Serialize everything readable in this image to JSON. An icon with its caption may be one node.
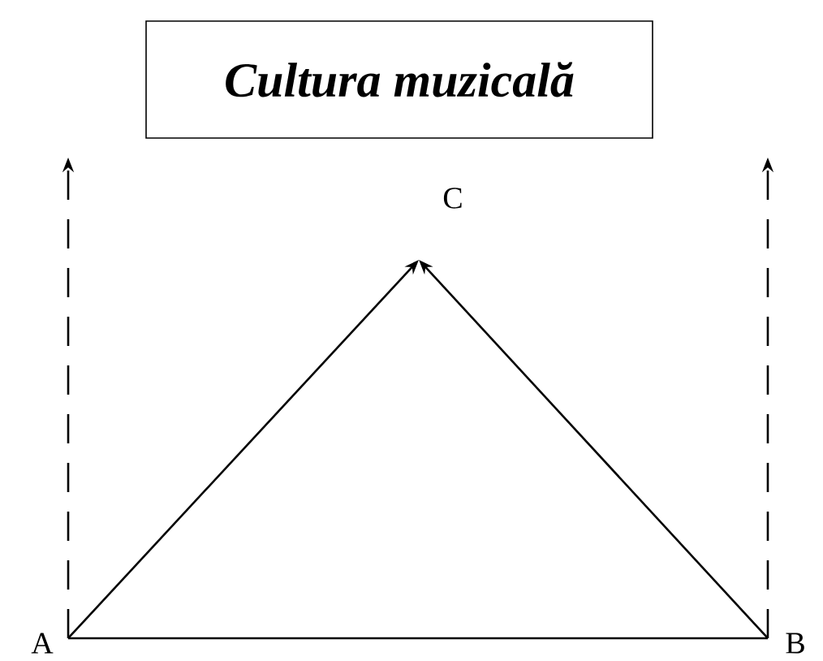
{
  "diagram": {
    "nodes": [
      {
        "text": [
          "Cultura muzicală"
        ]
      },
      {
        "text": [
          "A"
        ]
      },
      {
        "text": [
          "B"
        ]
      },
      {
        "text": [
          "C"
        ]
      }
    ],
    "edges": [
      {
        "from": 1,
        "to": 3,
        "arrow": "to"
      },
      {
        "from": 2,
        "to": 3,
        "arrow": "to"
      },
      {
        "from": 1,
        "to": 2,
        "arrow": "none"
      },
      {
        "from": 1,
        "to": null,
        "arrow": "to",
        "style": "dashed"
      },
      {
        "from": 2,
        "to": null,
        "arrow": "to",
        "style": "dashed"
      }
    ]
  }
}
